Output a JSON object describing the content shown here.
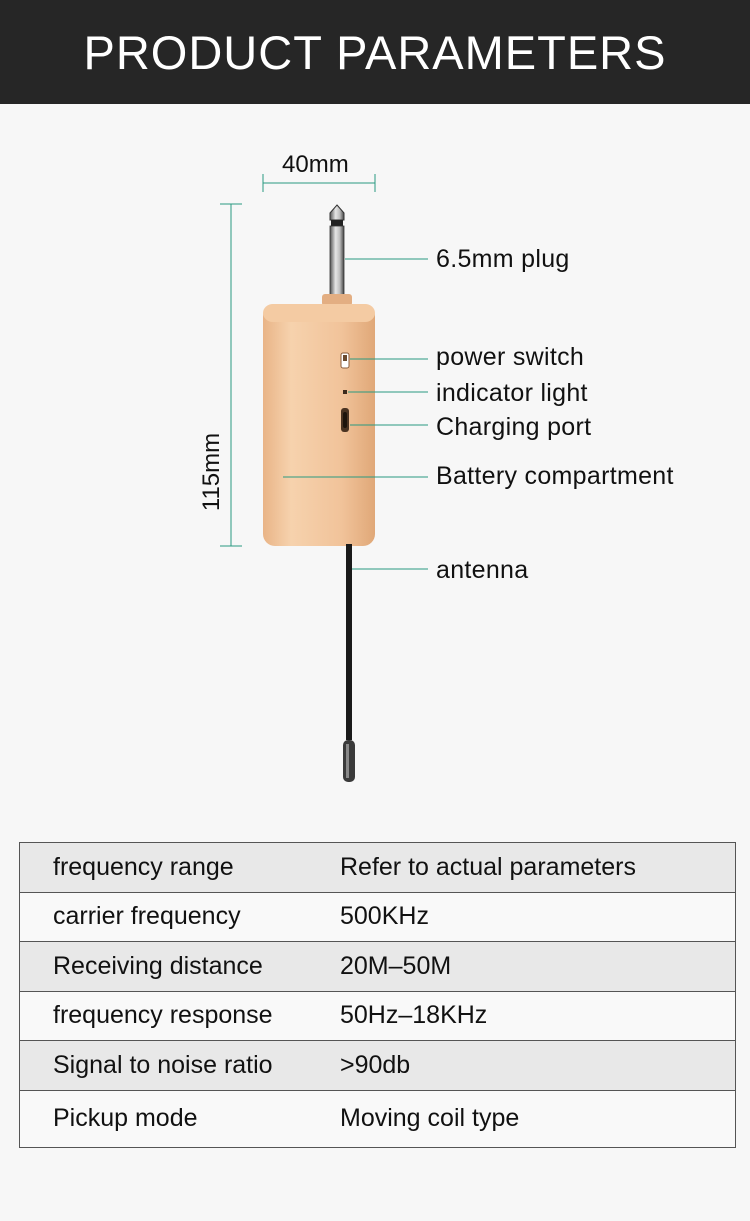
{
  "header": {
    "title": "PRODUCT PARAMETERS"
  },
  "diagram": {
    "width_label": "40mm",
    "height_label": "115mm",
    "callouts": {
      "plug": "6.5mm plug",
      "power_switch": "power switch",
      "indicator_light": "indicator light",
      "charging_port": "Charging port",
      "battery": "Battery compartment",
      "antenna": "antenna"
    },
    "colors": {
      "body": "#f2c59b",
      "leader": "#2a9a80",
      "header_bg": "#262626"
    }
  },
  "specs": [
    {
      "key": "frequency range",
      "value": "Refer to actual parameters"
    },
    {
      "key": "carrier frequency",
      "value": "500KHz"
    },
    {
      "key": "Receiving distance",
      "value": "20M–50M"
    },
    {
      "key": "frequency response",
      "value": "50Hz–18KHz"
    },
    {
      "key": "Signal to noise ratio",
      "value": ">90db"
    },
    {
      "key": "Pickup mode",
      "value": "Moving coil type"
    }
  ]
}
